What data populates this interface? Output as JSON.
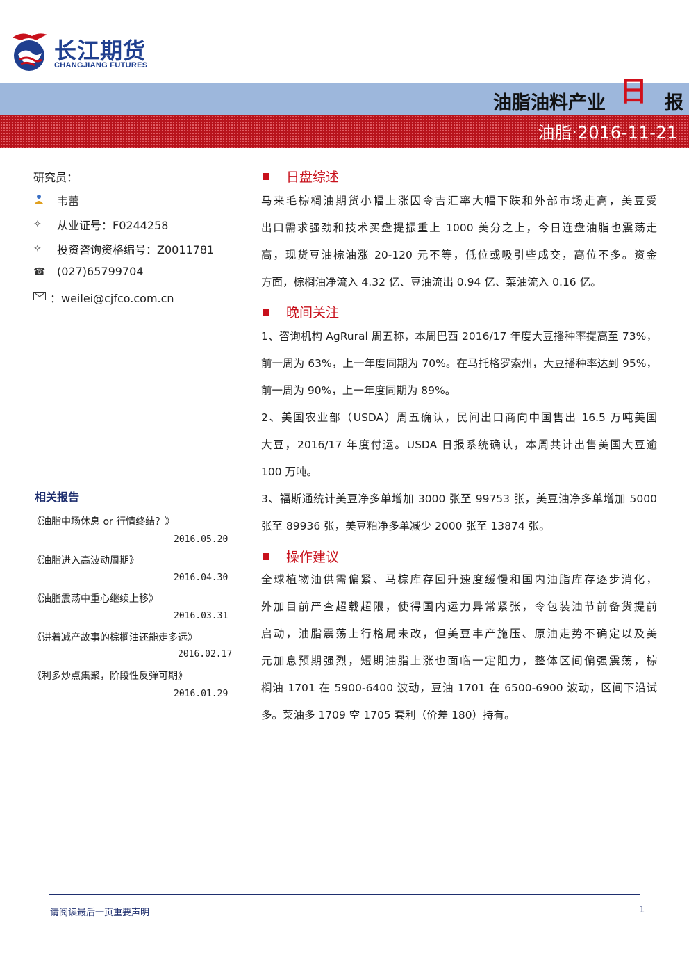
{
  "brand": {
    "name_cn": "长江期货",
    "name_en": "CHANGJIANG FUTURES"
  },
  "header": {
    "title": "油脂油料产业",
    "ri": "日",
    "bao": "报",
    "subtitle": "油脂·2016-11-21"
  },
  "researcher": {
    "label": "研究员：",
    "name": "韦蕾",
    "cert": "从业证号：F0244258",
    "consult": "投资咨询资格编号：Z0011781",
    "phone": "(027)65799704",
    "email": "：weilei@cjfco.com.cn"
  },
  "related": {
    "title": "相关报告",
    "reports": [
      {
        "title": "《油脂中场休息 or 行情终结？》",
        "date": "2016.05.20"
      },
      {
        "title": "《油脂进入高波动周期》",
        "date": "2016.04.30"
      },
      {
        "title": "《油脂震荡中重心继续上移》",
        "date": "2016.03.31"
      },
      {
        "title": "《讲着减产故事的棕榈油还能走多远》",
        "date": "2016.02.17"
      },
      {
        "title": "《利多炒点集聚，阶段性反弹可期》",
        "date": "2016.01.29"
      }
    ]
  },
  "sections": [
    {
      "heading": "日盘综述",
      "lines": [
        "马来毛棕榈油期货小幅上涨因令吉汇率大幅下跌和外部市场走高，美豆受",
        "出口需求强劲和技术买盘提振重上 1000 美分之上，今日连盘油脂也震荡走",
        "高，现货豆油棕油涨 20-120 元不等，低位或吸引些成交，高位不多。资金",
        "方面，棕榈油净流入 4.32 亿、豆油流出 0.94 亿、菜油流入 0.16 亿。"
      ]
    },
    {
      "heading": "晚间关注",
      "lines": [
        "1、咨询机构 AgRural 周五称，本周巴西 2016/17 年度大豆播种率提高至 73%，",
        "前一周为 63%，上一年度同期为 70%。在马托格罗索州，大豆播种率达到 95%，",
        "前一周为 90%，上一年度同期为 89%。",
        "2、美国农业部（USDA）周五确认，民间出口商向中国售出 16.5 万吨美国",
        "大豆，2016/17 年度付运。USDA 日报系统确认，本周共计出售美国大豆逾",
        "100 万吨。",
        "3、福斯通统计美豆净多单增加 3000 张至 99753 张，美豆油净多单增加 5000",
        "张至 89936 张，美豆粕净多单减少 2000 张至 13874 张。"
      ]
    },
    {
      "heading": "操作建议",
      "lines": [
        "全球植物油供需偏紧、马棕库存回升速度缓慢和国内油脂库存逐步消化，",
        "外加目前严查超载超限，使得国内运力异常紧张，令包装油节前备货提前",
        "启动，油脂震荡上行格局未改，但美豆丰产施压、原油走势不确定以及美",
        "元加息预期强烈，短期油脂上涨也面临一定阻力，整体区间偏强震荡，棕",
        "榈油 1701 在 5900-6400 波动，豆油 1701 在 6500-6900 波动，区间下沿试",
        "多。菜油多 1709 空 1705 套利（价差 180）持有。"
      ]
    }
  ],
  "footer": {
    "disclaimer": "请阅读最后一页重要声明",
    "page": "1"
  }
}
